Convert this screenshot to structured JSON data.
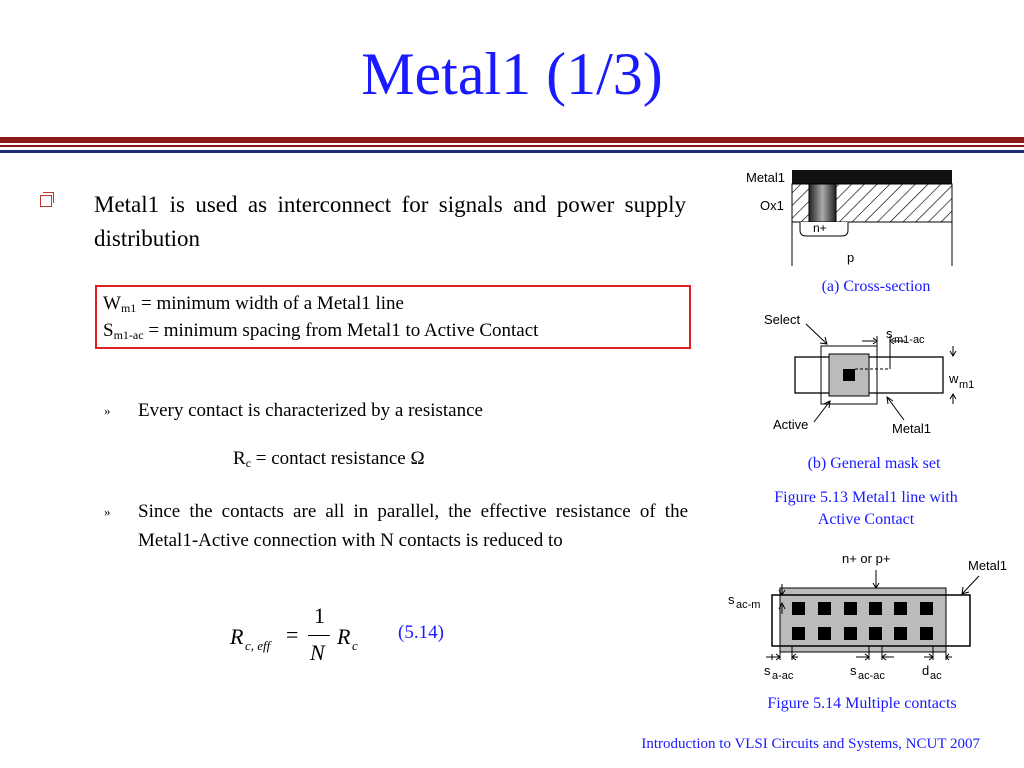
{
  "slide": {
    "title": "Metal1 (1/3)",
    "bullet_text": "Metal1 is used as interconnect for signals and power supply distribution",
    "box": {
      "line1_main": "W",
      "line1_sub": "m1",
      "line1_rest": " = minimum width of a Metal1 line",
      "line2_main": "S",
      "line2_sub": "m1-ac",
      "line2_rest": " = minimum spacing from Metal1 to Active Contact"
    },
    "sub_items": [
      "Every contact is characterized by a resistance",
      "Since the contacts are all in parallel, the effective resistance of the Metal1-Active connection with N contacts is reduced to"
    ],
    "rc_main": "R",
    "rc_sub": "c",
    "rc_rest": " = contact resistance Ω",
    "equation": {
      "lhs": "R",
      "lhs_sub": "c, eff",
      "equals": "=",
      "numerator": "1",
      "denominator": "N",
      "rhs": "R",
      "rhs_sub": "c",
      "number": "(5.14)"
    },
    "footer": "Introduction to VLSI Circuits and Systems, NCUT  2007"
  },
  "figures": {
    "cross_section": {
      "labels": {
        "metal": "Metal1",
        "ox": "Ox1",
        "nplus": "n+",
        "p": "p"
      },
      "caption": "(a) Cross-section"
    },
    "mask_set": {
      "labels": {
        "select": "Select",
        "sm1ac_main": "s",
        "sm1ac_sub": "m1-ac",
        "wm1_main": "w",
        "wm1_sub": "m1",
        "active": "Active",
        "metal": "Metal1"
      },
      "caption": "(b) General mask set"
    },
    "figure_513_caption_line1": "Figure 5.13 Metal1 line with",
    "figure_513_caption_line2": "Active Contact",
    "multiple_contacts": {
      "labels": {
        "npp": "n+ or p+",
        "metal": "Metal1",
        "sacm_main": "s",
        "sacm_sub": "ac-m",
        "saac_main": "s",
        "saac_sub": "a-ac",
        "sacac_main": "s",
        "sacac_sub": "ac-ac",
        "dac_main": "d",
        "dac_sub": "ac"
      },
      "caption": "Figure 5.14 Multiple contacts"
    }
  },
  "colors": {
    "title_blue": "#1a1aff",
    "rule_red": "#8b1a1a",
    "rule_blue": "#1c2a80",
    "box_red": "#e02020"
  }
}
